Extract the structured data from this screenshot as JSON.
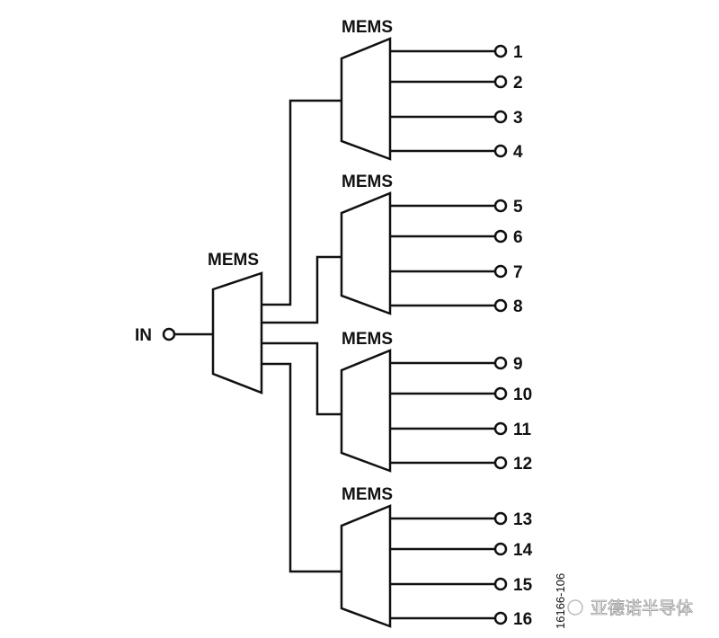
{
  "diagram": {
    "input_label": "IN",
    "main_mux_label": "MEMS",
    "sub_muxes": [
      {
        "label": "MEMS",
        "outputs": [
          "1",
          "2",
          "3",
          "4"
        ]
      },
      {
        "label": "MEMS",
        "outputs": [
          "5",
          "6",
          "7",
          "8"
        ]
      },
      {
        "label": "MEMS",
        "outputs": [
          "9",
          "10",
          "11",
          "12"
        ]
      },
      {
        "label": "MEMS",
        "outputs": [
          "13",
          "14",
          "15",
          "16"
        ]
      }
    ],
    "figure_code": "16166-106",
    "watermark": "亚德诺半导体"
  }
}
